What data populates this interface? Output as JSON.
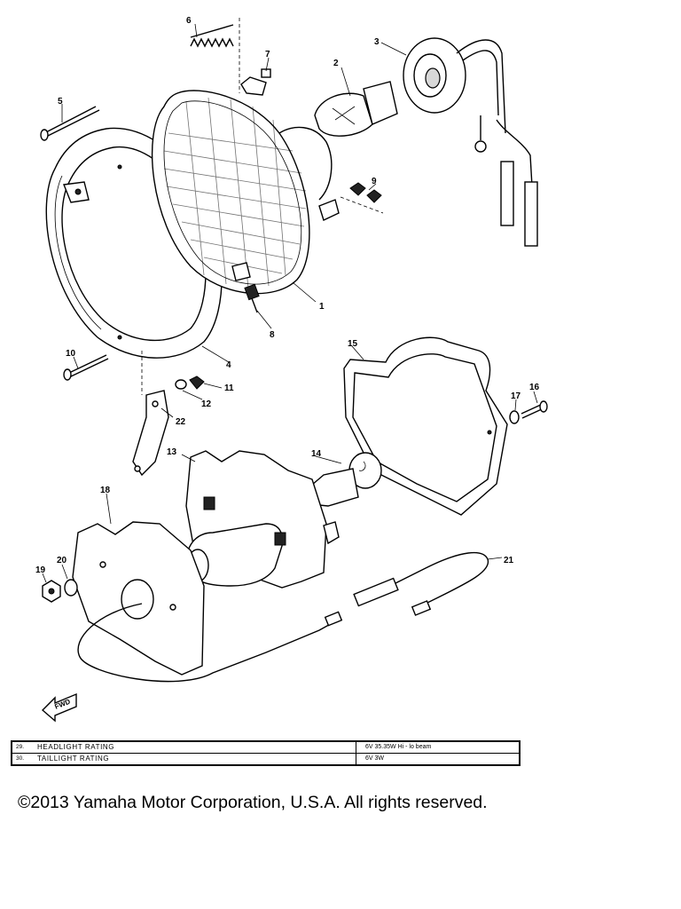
{
  "callouts": {
    "p1": "1",
    "p2": "2",
    "p3": "3",
    "p4": "4",
    "p5": "5",
    "p6": "6",
    "p7": "7",
    "p8": "8",
    "p9": "9",
    "p10": "10",
    "p11": "11",
    "p12": "12",
    "p13": "13",
    "p14": "14",
    "p15": "15",
    "p16": "16",
    "p17": "17",
    "p18": "18",
    "p19": "19",
    "p20": "20",
    "p21": "21",
    "p22": "22"
  },
  "forward_label": "FWD",
  "ratings": [
    {
      "num": "29.",
      "label": "HEADLIGHT RATING",
      "value": "6V 35.35W Hi - lo beam"
    },
    {
      "num": "30.",
      "label": "TAILLIGHT RATING",
      "value": "6V 3W"
    }
  ],
  "copyright": "©2013 Yamaha Motor Corporation, U.S.A. All rights reserved."
}
